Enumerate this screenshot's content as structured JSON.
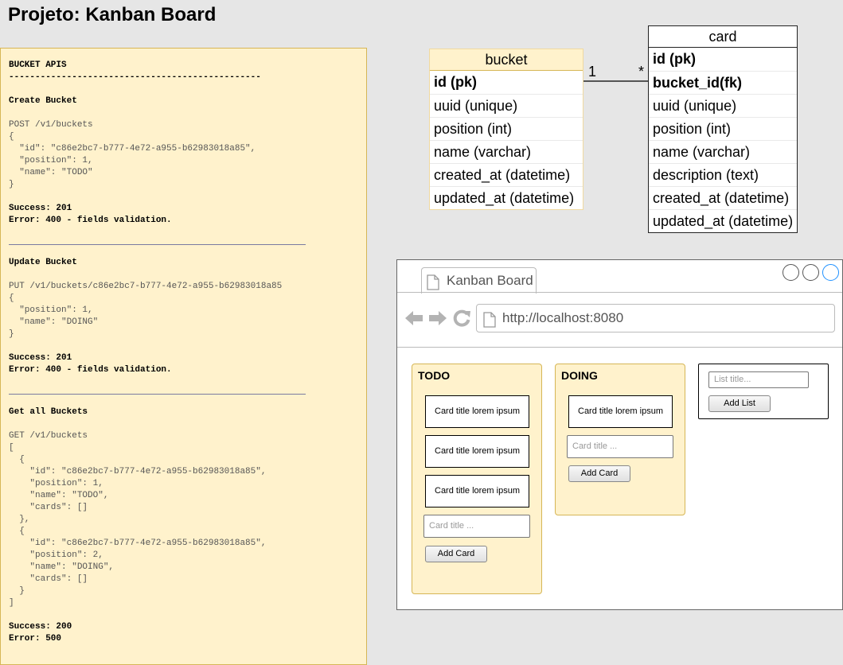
{
  "page": {
    "title": "Projeto: Kanban Board"
  },
  "api_notes": {
    "header": "BUCKET APIS",
    "rule": "------------------------------------------------",
    "sections": [
      {
        "title": "Create Bucket",
        "code": "POST /v1/buckets\n{\n  \"id\": \"c86e2bc7-b777-4e72-a955-b62983018a85\",\n  \"position\": 1,\n  \"name\": \"TODO\"\n}",
        "success": "Success: 201",
        "error": "Error: 400 - fields validation."
      },
      {
        "title": "Update Bucket",
        "code": "PUT /v1/buckets/c86e2bc7-b777-4e72-a955-b62983018a85\n{\n  \"position\": 1,\n  \"name\": \"DOING\"\n}",
        "success": "Success: 201",
        "error": "Error: 400 - fields validation."
      },
      {
        "title": "Get all Buckets",
        "code": "GET /v1/buckets\n[\n  {\n    \"id\": \"c86e2bc7-b777-4e72-a955-b62983018a85\",\n    \"position\": 1,\n    \"name\": \"TODO\",\n    \"cards\": []\n  },\n  {\n    \"id\": \"c86e2bc7-b777-4e72-a955-b62983018a85\",\n    \"position\": 2,\n    \"name\": \"DOING\",\n    \"cards\": []\n  }\n]",
        "success": "Success: 200",
        "error": "Error: 500"
      }
    ]
  },
  "er_diagram": {
    "bucket": {
      "name": "bucket",
      "fields": [
        "id (pk)",
        "uuid (unique)",
        "position (int)",
        "name (varchar)",
        "created_at (datetime)",
        "updated_at (datetime)"
      ]
    },
    "card": {
      "name": "card",
      "fields": [
        "id (pk)",
        "bucket_id(fk)",
        "uuid (unique)",
        "position (int)",
        "name (varchar)",
        "description (text)",
        "created_at (datetime)",
        "updated_at (datetime)"
      ]
    },
    "relation": {
      "left": "1",
      "right": "*"
    }
  },
  "browser": {
    "tab_label": "Kanban Board",
    "url": "http://localhost:8080",
    "columns": [
      {
        "title": "TODO",
        "cards": [
          "Card title lorem ipsum",
          "Card title lorem ipsum",
          "Card title lorem ipsum"
        ],
        "input_placeholder": "Card title ...",
        "button_label": "Add Card"
      },
      {
        "title": "DOING",
        "cards": [
          "Card title lorem ipsum"
        ],
        "input_placeholder": "Card title ...",
        "button_label": "Add Card"
      }
    ],
    "add_list": {
      "placeholder": "List title...",
      "button_label": "Add List"
    }
  }
}
